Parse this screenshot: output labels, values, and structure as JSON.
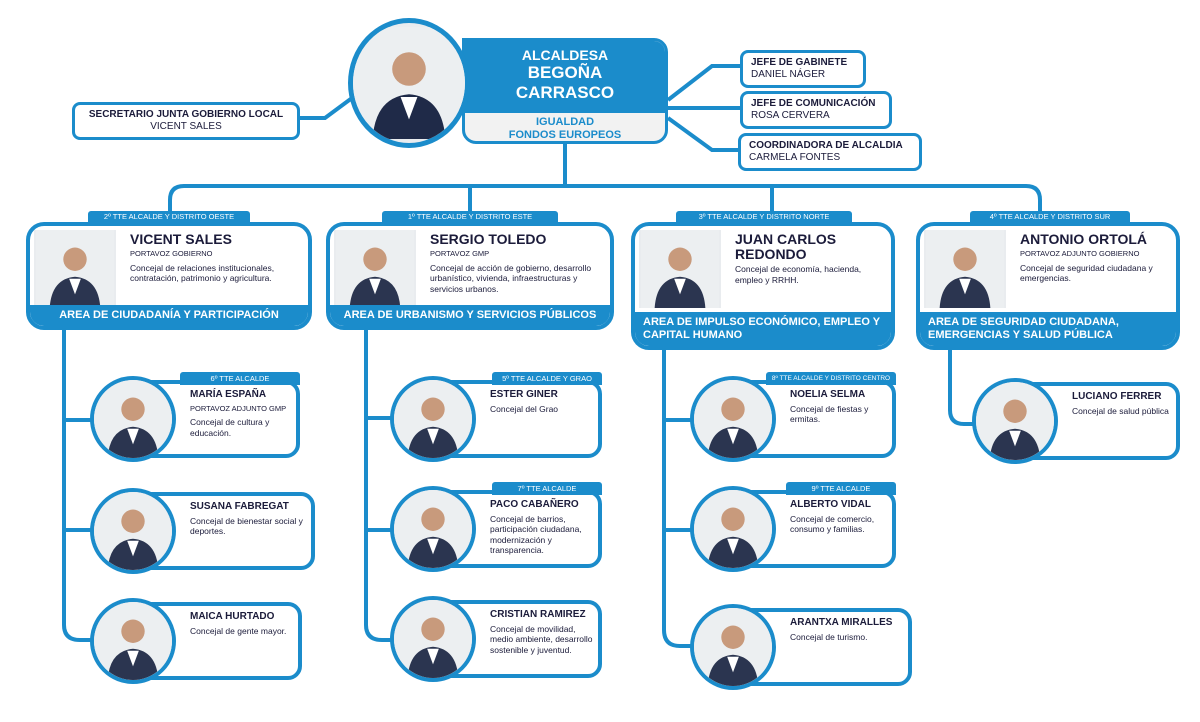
{
  "colors": {
    "primary": "#1b8ccb",
    "text": "#1b1b3a"
  },
  "mayor": {
    "title": "ALCALDESA",
    "name_line1": "BEGOÑA",
    "name_line2": "CARRASCO",
    "areas_line1": "IGUALDAD",
    "areas_line2": "FONDOS EUROPEOS"
  },
  "staff": [
    {
      "role": "SECRETARIO JUNTA GOBIERNO LOCAL",
      "name": "VICENT SALES"
    },
    {
      "role": "JEFE DE GABINETE",
      "name": "DANIEL NÁGER"
    },
    {
      "role": "JEFE DE COMUNICACIÓN",
      "name": "ROSA CERVERA"
    },
    {
      "role": "COORDINADORA DE ALCALDIA",
      "name": "CARMELA FONTES"
    }
  ],
  "areas": [
    {
      "tab": "2º TTE ALCALDE Y DISTRITO OESTE",
      "name": "VICENT SALES",
      "role": "PORTAVOZ GOBIERNO",
      "desc": "Concejal de relaciones institucionales, contratación, patrimonio y agricultura.",
      "area": "AREA DE CIUDADANÍA Y PARTICIPACIÓN"
    },
    {
      "tab": "1º TTE ALCALDE Y DISTRITO ESTE",
      "name": "SERGIO TOLEDO",
      "role": "PORTAVOZ GMP",
      "desc": "Concejal de acción de gobierno, desarrollo urbanístico, vivienda, infraestructuras y servicios urbanos.",
      "area": "AREA DE URBANISMO Y SERVICIOS PÚBLICOS"
    },
    {
      "tab": "3º TTE ALCALDE Y DISTRITO NORTE",
      "name": "JUAN CARLOS REDONDO",
      "role": "",
      "desc": "Concejal de economía, hacienda, empleo y RRHH.",
      "area": "AREA DE IMPULSO ECONÓMICO, EMPLEO Y CAPITAL HUMANO"
    },
    {
      "tab": "4º TTE ALCALDE Y DISTRITO SUR",
      "name": "ANTONIO ORTOLÁ",
      "role": "PORTAVOZ ADJUNTO GOBIERNO",
      "desc": "Concejal de seguridad ciudadana y emergencias.",
      "area": "AREA DE SEGURIDAD CIUDADANA, EMERGENCIAS Y SALUD PÚBLICA"
    }
  ],
  "councillors": [
    {
      "tab": "6º TTE ALCALDE",
      "name": "MARÍA ESPAÑA",
      "role": "PORTAVOZ ADJUNTO GMP",
      "desc": "Concejal de cultura y educación."
    },
    {
      "tab": "",
      "name": "SUSANA FABREGAT",
      "role": "",
      "desc": "Concejal de bienestar social y deportes."
    },
    {
      "tab": "",
      "name": "MAICA HURTADO",
      "role": "",
      "desc": "Concejal de gente mayor."
    },
    {
      "tab": "5º TTE ALCALDE Y GRAO",
      "name": "ESTER GINER",
      "role": "",
      "desc": "Concejal del Grao"
    },
    {
      "tab": "7º TTE ALCALDE",
      "name": "PACO CABAÑERO",
      "role": "",
      "desc": "Concejal de barrios, participación ciudadana, modernización y transparencia."
    },
    {
      "tab": "",
      "name": "CRISTIAN RAMIREZ",
      "role": "",
      "desc": "Concejal de movilidad, medio ambiente, desarrollo sostenible y juventud."
    },
    {
      "tab": "8º TTE ALCALDE Y DISTRITO CENTRO",
      "name": "NOELIA SELMA",
      "role": "",
      "desc": "Concejal de fiestas y ermitas."
    },
    {
      "tab": "9º TTE ALCALDE",
      "name": "ALBERTO VIDAL",
      "role": "",
      "desc": "Concejal de comercio, consumo y familias."
    },
    {
      "tab": "",
      "name": "ARANTXA MIRALLES",
      "role": "",
      "desc": "Concejal de turismo."
    },
    {
      "tab": "",
      "name": "LUCIANO FERRER",
      "role": "",
      "desc": "Concejal de salud pública"
    }
  ]
}
